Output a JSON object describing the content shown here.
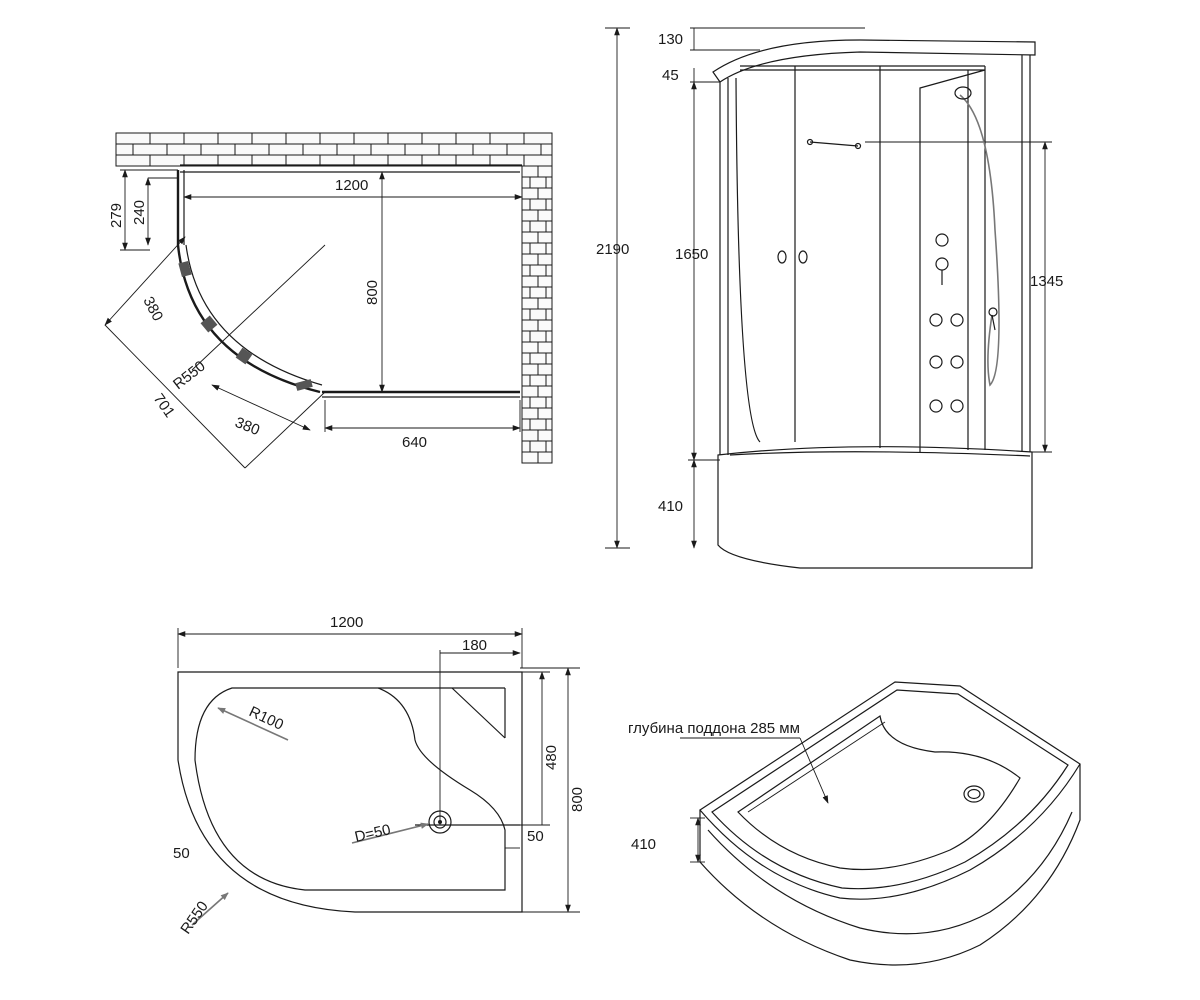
{
  "plan_view": {
    "width_label": "1200",
    "depth_label": "800",
    "side_279": "279",
    "side_240": "240",
    "diag_380_upper": "380",
    "radius_label": "R550",
    "diag_701": "701",
    "diag_380_lower": "380",
    "straight_640": "640"
  },
  "front_view": {
    "total_height": "2190",
    "top_130": "130",
    "top_45": "45",
    "glass_height": "1650",
    "panel_height": "1345",
    "base_height": "410"
  },
  "tray_plan": {
    "width_label": "1200",
    "offset_180": "180",
    "inner_480": "480",
    "depth_800": "800",
    "radius_r100": "R100",
    "drain_label": "D=50",
    "edge_50_right": "50",
    "edge_50_left": "50",
    "radius_r550": "R550"
  },
  "tray_3d": {
    "depth_note": "глубина поддона 285 мм",
    "height_410": "410"
  },
  "colors": {
    "line": "#1a1a1a",
    "paper": "#ffffff"
  }
}
